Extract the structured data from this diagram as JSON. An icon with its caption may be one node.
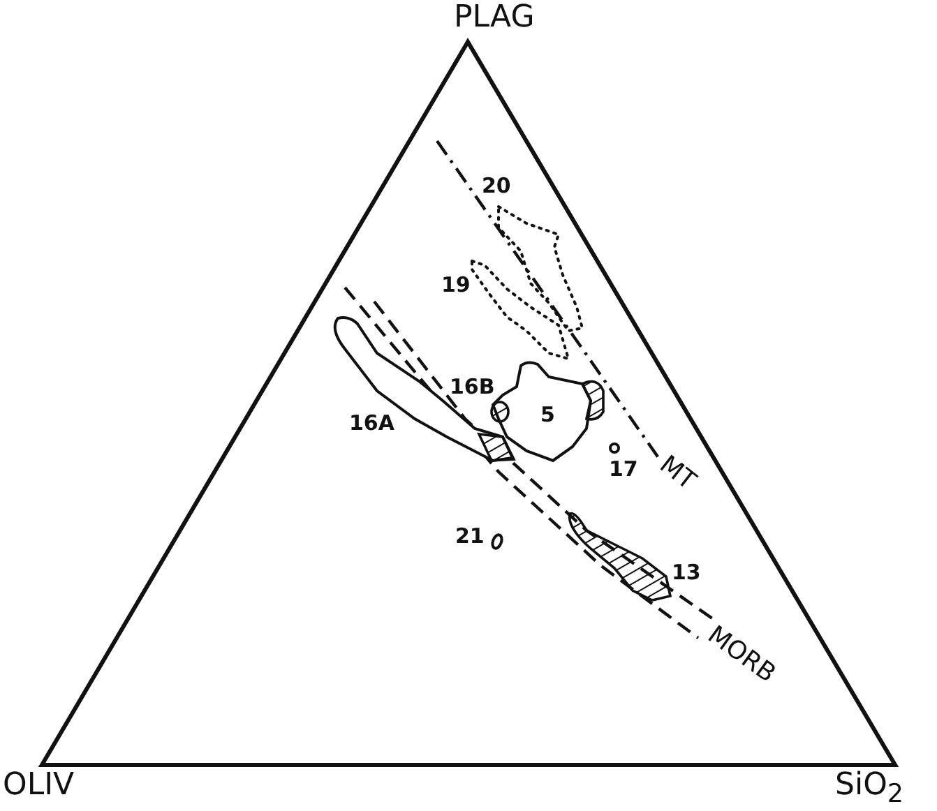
{
  "diagram": {
    "labels": [
      "PLAG",
      "20",
      "19",
      "16B",
      "16A",
      "5",
      "17",
      "MT",
      "21",
      "13",
      "MORB",
      "OLIV",
      "SiO$_{2}$"
    ]
  }
}
